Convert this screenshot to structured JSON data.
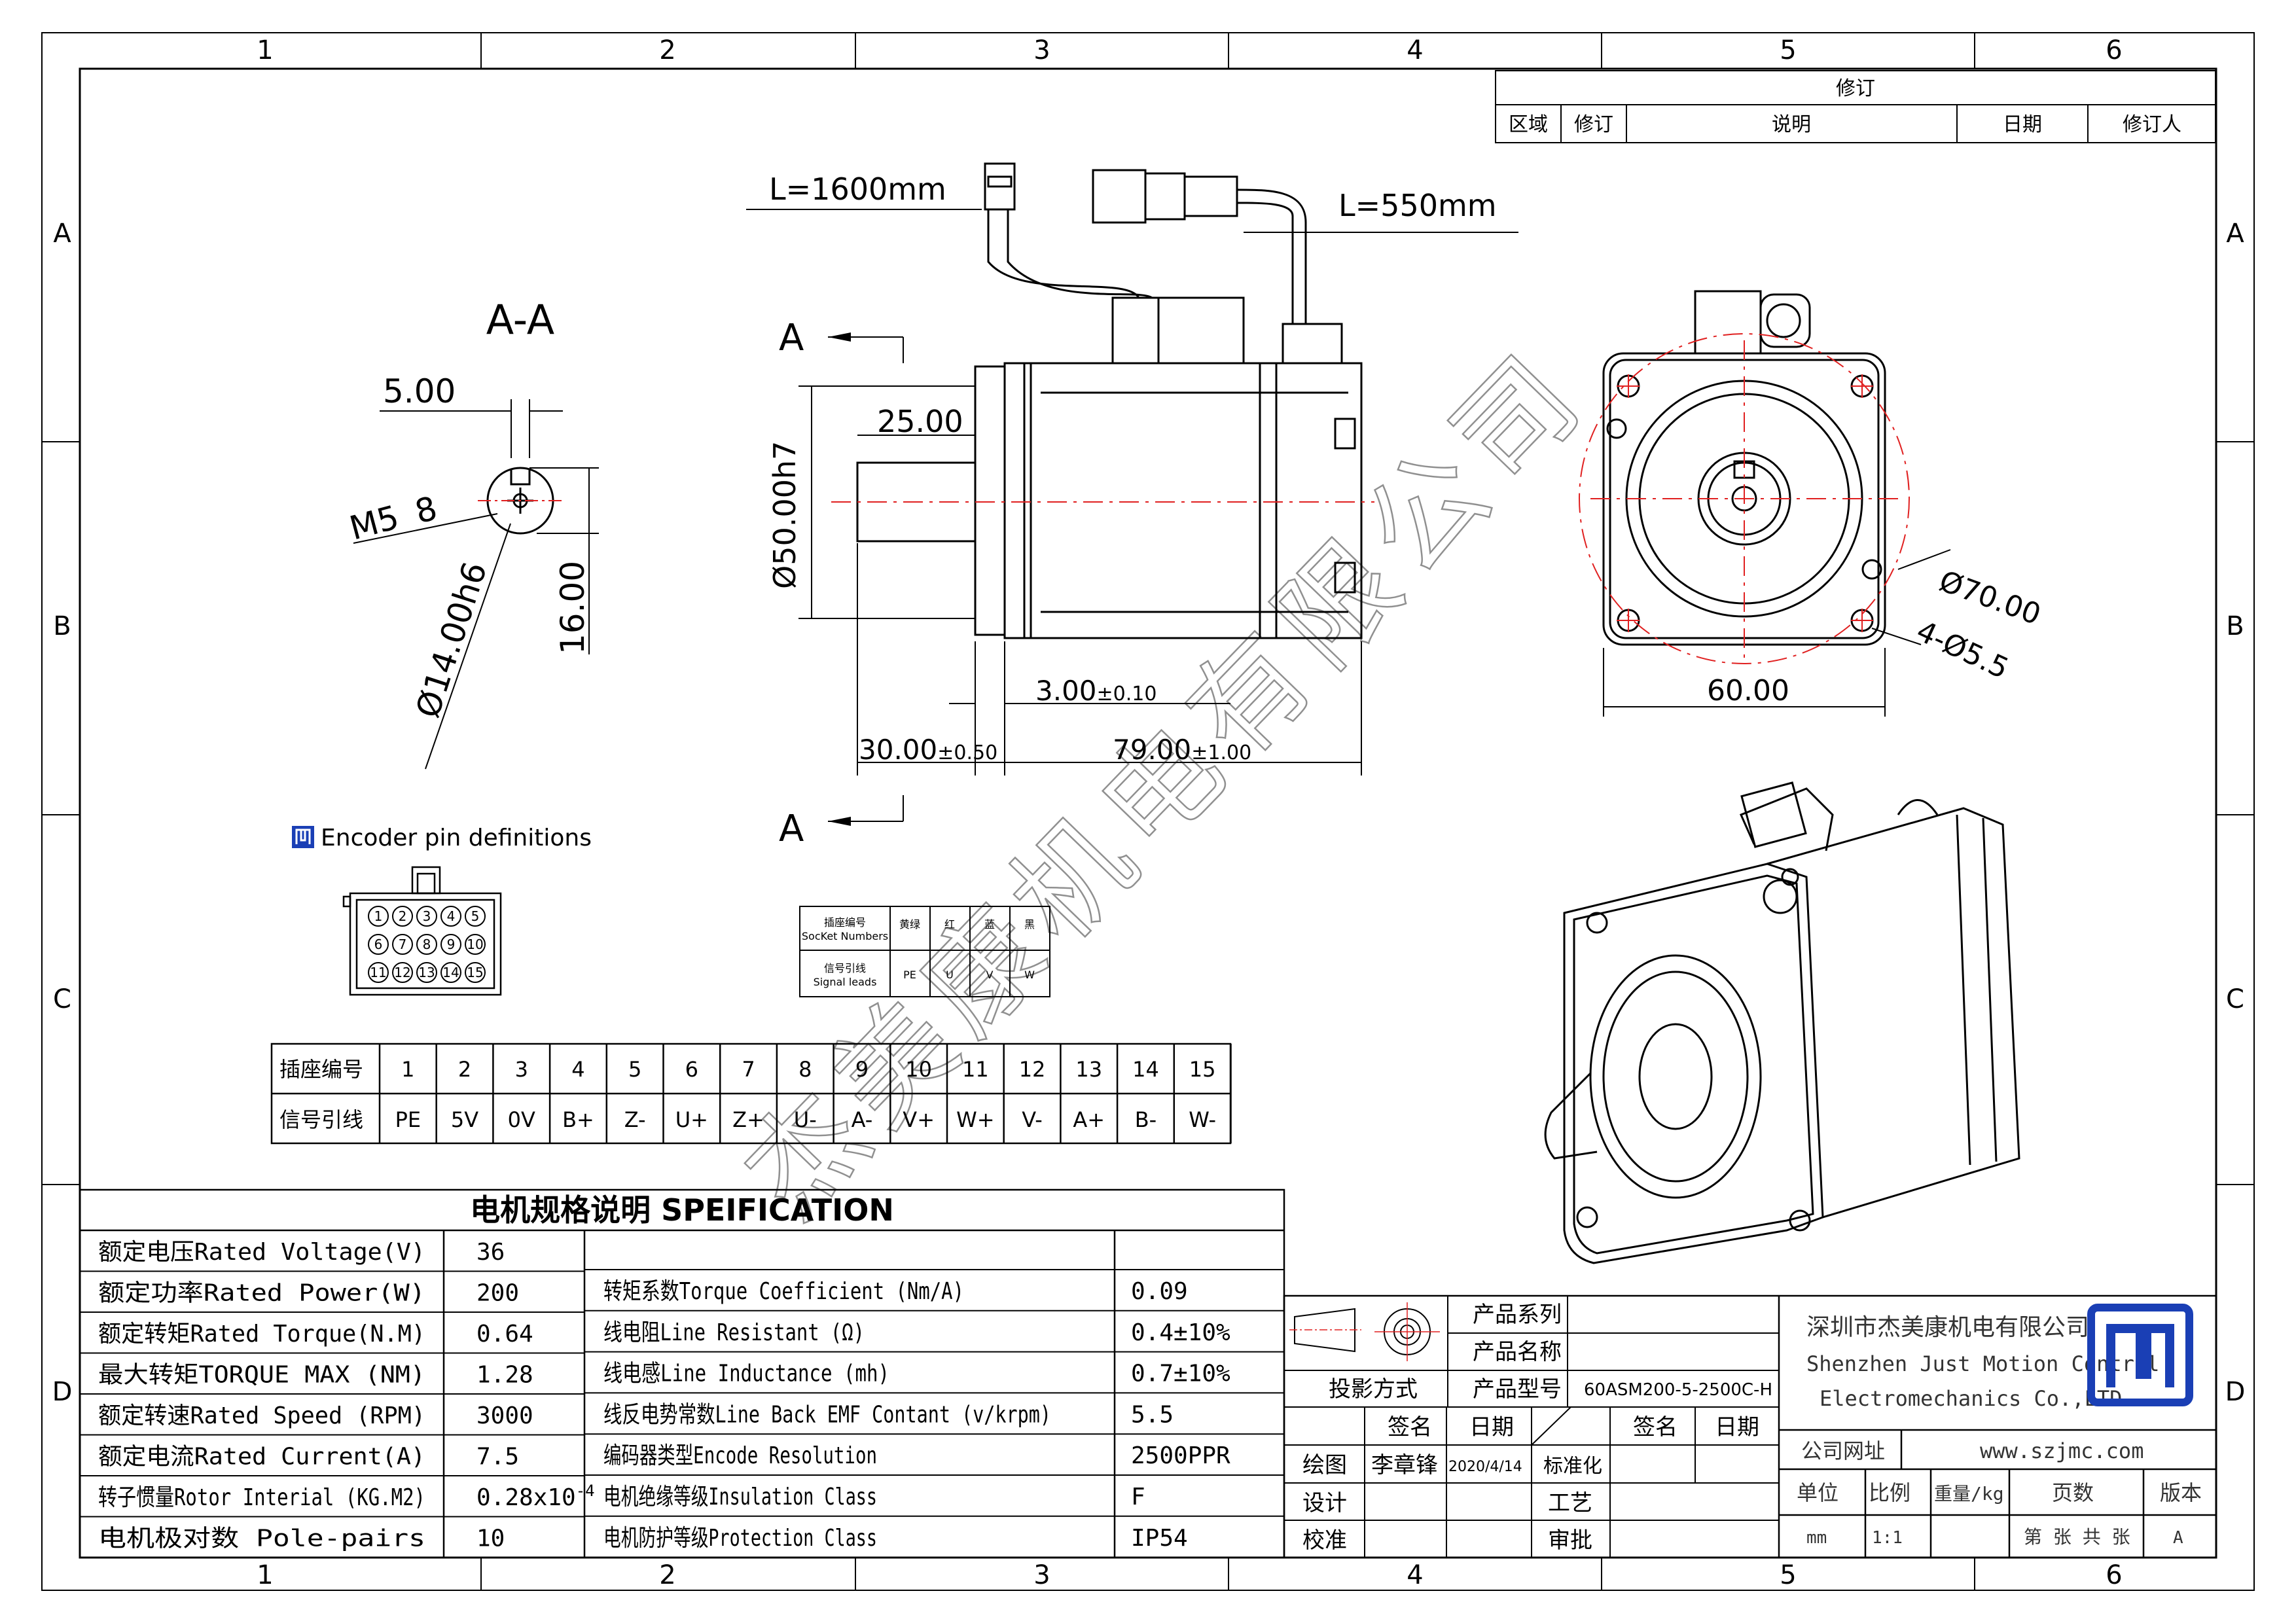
{
  "frame": {
    "cols": [
      "1",
      "2",
      "3",
      "4",
      "5",
      "6"
    ],
    "rows": [
      "A",
      "B",
      "C",
      "D"
    ]
  },
  "revision": {
    "title": "修订",
    "headers": [
      "区域",
      "修订",
      "说明",
      "日期",
      "修订人"
    ]
  },
  "section": {
    "label": "A-A",
    "key_width": "5.00",
    "thread": "M5",
    "thread_depth": "8",
    "shaft_dia": "Ø14.00h6",
    "height": "16.00"
  },
  "side_view": {
    "cut_a": "A",
    "cable_long": "L=1600mm",
    "cable_short": "L=550mm",
    "pilot_dia": "Ø50.00h7",
    "key_len": "25.00",
    "flange_thk_main": "3.00",
    "flange_thk_tol": "±0.10",
    "shaft_len_main": "30.00",
    "shaft_len_tol": "±0.50",
    "body_len_main": "79.00",
    "body_len_tol": "±1.00"
  },
  "front_view": {
    "pcd": "Ø70.00",
    "holes": "4-Ø5.5",
    "width": "60.00"
  },
  "watermark": "杰美康机电有限公司",
  "encoder": {
    "title": "Encoder pin definitions",
    "pins": [
      "1",
      "2",
      "3",
      "4",
      "5",
      "6",
      "7",
      "8",
      "9",
      "10",
      "11",
      "12",
      "13",
      "14",
      "15"
    ]
  },
  "socket_table": {
    "h1": "插座编号",
    "h1_en": "SocKet Numbers",
    "h2": "信号引线",
    "h2_en": "Signal leads",
    "colors": [
      "黄绿",
      "红",
      "蓝",
      "黑"
    ],
    "signals": [
      "PE",
      "U",
      "V",
      "W"
    ]
  },
  "pin_table": {
    "row1_label": "插座编号",
    "row2_label": "信号引线",
    "numbers": [
      "1",
      "2",
      "3",
      "4",
      "5",
      "6",
      "7",
      "8",
      "9",
      "10",
      "11",
      "12",
      "13",
      "14",
      "15"
    ],
    "signals": [
      "PE",
      "5V",
      "0V",
      "B+",
      "Z-",
      "U+",
      "Z+",
      "U-",
      "A-",
      "V+",
      "W+",
      "V-",
      "A+",
      "B-",
      "W-"
    ]
  },
  "spec": {
    "title": "电机规格说明 SPEIFICATION",
    "left": [
      {
        "label": "额定电压Rated Voltage(V)",
        "value": "36"
      },
      {
        "label": "额定功率Rated Power(W)",
        "value": "200"
      },
      {
        "label": "额定转矩Rated Torque(N.M)",
        "value": "0.64"
      },
      {
        "label": "最大转矩TORQUE MAX (NM)",
        "value": "1.28"
      },
      {
        "label": "额定转速Rated Speed (RPM)",
        "value": "3000"
      },
      {
        "label": "额定电流Rated Current(A)",
        "value": "7.5"
      },
      {
        "label": "转子惯量Rotor Interial (KG.M2)",
        "value": "0.28x10",
        "sup": "-4"
      },
      {
        "label": "电机极对数 Pole-pairs",
        "value": "10"
      }
    ],
    "right": [
      {
        "label": "转矩系数Torque Coefficient (Nm/A)",
        "value": "0.09"
      },
      {
        "label": "线电阻Line Resistant (Ω)",
        "value": "0.4±10%"
      },
      {
        "label": "线电感Line Inductance (mh)",
        "value": "0.7±10%"
      },
      {
        "label": "线反电势常数Line Back EMF Contant (v/krpm)",
        "value": "5.5"
      },
      {
        "label": "编码器类型Encode Resolution",
        "value": "2500PPR"
      },
      {
        "label": "电机绝缘等级Insulation Class",
        "value": "F"
      },
      {
        "label": "电机防护等级Protection Class",
        "value": "IP54"
      }
    ]
  },
  "title_block": {
    "product_series": "产品系列",
    "product_name": "产品名称",
    "product_model": "产品型号",
    "model_value": "60ASM200-5-2500C-H",
    "projection": "投影方式",
    "sign": "签名",
    "date": "日期",
    "draw": "绘图",
    "drawer": "李章锋",
    "draw_date": "2020/4/14",
    "standard": "标准化",
    "design": "设计",
    "craft": "工艺",
    "check": "校准",
    "approve": "审批",
    "company_cn": "深圳市杰美康机电有限公司",
    "company_en1": "Shenzhen Just Motion Control",
    "company_en2": "Electromechanics Co.,LTD",
    "website_label": "公司网址",
    "website": "www.szjmc.com",
    "unit": "单位",
    "unit_value": "mm",
    "scale": "比例",
    "scale_value": "1:1",
    "weight": "重量/kg",
    "pages": "页数",
    "pages_value": "第 张 共 张",
    "version": "版本",
    "version_value": "A"
  },
  "colors": {
    "line": "#000000",
    "center": "#e02020",
    "logo": "#1a3fb5"
  }
}
